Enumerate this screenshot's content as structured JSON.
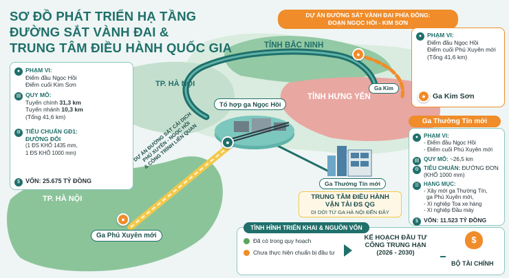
{
  "title": {
    "line1": "SƠ ĐỒ PHÁT TRIỂN HẠ TẦNG",
    "line2": "ĐƯỜNG SẮT VÀNH ĐAI &",
    "line3": "TRUNG TÂM ĐIỀU HÀNH QUỐC GIA"
  },
  "colors": {
    "teal": "#1f6f6a",
    "orange": "#f08c2a",
    "green": "#5aa45c",
    "bac_ninh": "#93c9a4",
    "hung_yen": "#e9a7a1",
    "ha_noi": "#c5dfcf"
  },
  "east_project": {
    "line1": "DỰ ÁN ĐƯỜNG SẮT VÀNH ĐAI PHÍA ĐÔNG:",
    "line2": "ĐOẠN NGỌC HỒI - KIM SƠN"
  },
  "east_card": {
    "scope_label": "PHẠM VI:",
    "scope_lines": [
      "Điểm đầu Ngọc Hồi",
      "Điểm cuối Phú Xuyên mới",
      "(Tổng 41,6 km)"
    ],
    "station": "Ga Kim Sơn"
  },
  "regions": {
    "bac_ninh": "TỈNH BẮC NINH",
    "hung_yen": "TỈNH HƯNG YÊN",
    "ha_noi_north": "TP. HÀ NỘI",
    "ha_noi_south": "TP. HÀ NỘI"
  },
  "left_card": {
    "scope_label": "PHẠM VI:",
    "scope_lines": [
      "Điểm đầu Ngọc Hồi",
      "Điểm cuối Kim Sơn"
    ],
    "scale_label": "QUY MÔ:",
    "scale_main_prefix": "Tuyến chính ",
    "scale_main_value": "31,3 km",
    "scale_branch_prefix": "Tuyến nhánh ",
    "scale_branch_value": "10,3 km",
    "scale_total": "(Tổng 41,6 km)",
    "standard_label": "TIÊU CHUẨN GĐ1:",
    "standard_value": "ĐƯỜNG ĐÔI",
    "standard_lines": [
      "(1 ĐS KHỔ 1435 mm,",
      "1 ĐS KHỔ 1000 mm)"
    ],
    "capital_label": "VỐN: 25.675 TỶ ĐỒNG"
  },
  "pins": {
    "ngoc_hoi": "Tổ hợp ga Ngọc Hồi",
    "kim": "Ga Kim",
    "thuong_tin": "Ga Thường Tín mới",
    "phu_xuyen": "Ga Phú Xuyên mới"
  },
  "diagonal_label": {
    "line1": "DỰ ÁN ĐƯỜNG SẮT CẢI DỊCH",
    "line2": "PHÚ XUYÊN - NGỌC HỒI",
    "line3": "& CÔNG TRÌNH LIÊN QUAN"
  },
  "thuong_tin_card": {
    "header": "Ga Thường Tín mới",
    "scope_label": "PHẠM VI:",
    "scope_lines": [
      "- Điểm đầu Ngọc Hồi",
      "- Điểm cuối Phú Xuyên mới"
    ],
    "scale_label": "QUY MÔ:",
    "scale_value": "~26,5 km",
    "standard_label": "TIÊU CHUẨN:",
    "standard_value": "ĐƯỜNG ĐƠN",
    "standard_extra": "(KHỔ 1000 mm)",
    "items_label": "HẠNG MỤC:",
    "items": [
      "- Xây mới ga Thường Tín,",
      "  ga Phú Xuyên mới,",
      "- Xí nghiệp Toa xe hàng",
      "- Xí nghiệp Đầu máy"
    ],
    "capital_label": "VỐN: 11.523 TỶ ĐỒNG"
  },
  "control_center": {
    "line1": "TRUNG TÂM ĐIỀU HÀNH",
    "line2": "VẬN TẢI ĐS QG",
    "line3": "DI DỜI TỪ GA HÀ NỘI ĐẾN ĐÂY"
  },
  "status": {
    "header": "TÌNH HÌNH TRIỂN KHAI & NGUỒN VỐN",
    "item1": "Đã có trong quy hoạch",
    "item2": "Chưa thực hiện chuẩn bị đầu tư",
    "plan_line1": "KẾ HOẠCH ĐẦU TƯ",
    "plan_line2": "CÔNG TRUNG HẠN",
    "plan_years": "(2026 - 2030)",
    "ministry": "BỘ TÀI CHÍNH"
  }
}
